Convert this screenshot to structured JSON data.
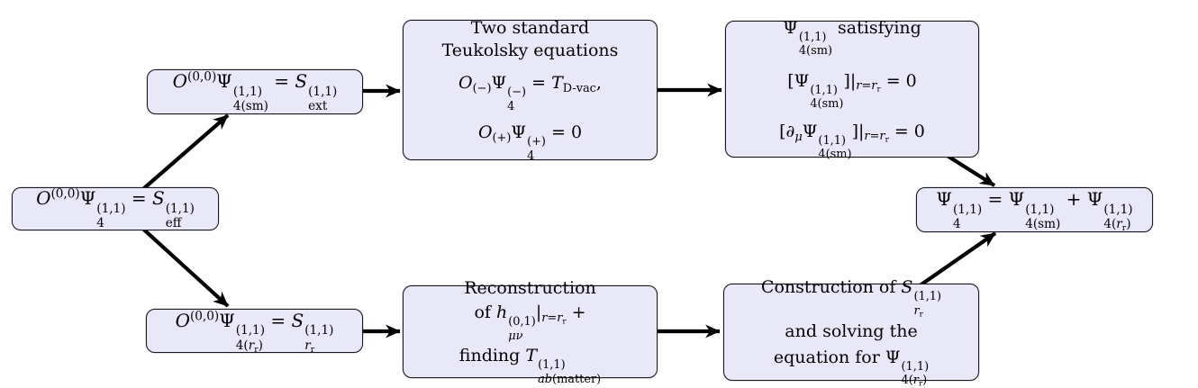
{
  "colors": {
    "background": "#ffffff",
    "box_fill": "#e8e8f8",
    "box_border": "#17171f",
    "arrow": "#000000",
    "text": "#000000"
  },
  "nodes": {
    "eff": {
      "formula": "\\cal{O}^{(0,0)}Ψ^{(1,1)}_{4} = \\cal{S}^{(1,1)}_{eff}"
    },
    "ext": {
      "formula": "\\cal{O}^{(0,0)}Ψ^{(1,1)}_{4(sm)} = \\cal{S}^{(1,1)}_{ext}"
    },
    "teuk": {
      "title1": "Two standard",
      "title2": "Teukolsky equations",
      "eq1": "\\cal{O}_{(−)}Ψ^{(−)}_{4} = \\cal{T}_{D-vac},",
      "eq2": "\\cal{O}_{(+)}Ψ^{(+)}_{4} = 0"
    },
    "sat": {
      "title": "Ψ^{(1,1)}_{4(sm)} satisfying",
      "eq1": "[Ψ^{(1,1)}_{4(sm)}]|_{\\it{r}=\\it{r}_{r}} = 0",
      "eq2": "[∂_{\\it{μ}}Ψ^{(1,1)}_{4(sm)}]|_{\\it{r}=\\it{r}_{r}} = 0"
    },
    "sum": {
      "formula": "Ψ^{(1,1)}_{4} = Ψ^{(1,1)}_{4(sm)} + Ψ^{(1,1)}_{4(\\it{r}_{r})}"
    },
    "rr": {
      "formula": "\\cal{O}^{(0,0)}Ψ^{(1,1)}_{4(\\it{r}_{r})} = \\cal{S}^{(1,1)}_{\\it{r}_{r}}"
    },
    "recon": {
      "line1": "Reconstruction",
      "line2": "of \\it{h}^{(0,1)}_{\\it{μν}}|_{\\it{r}=\\it{r}_{r}} +",
      "line3": "finding \\it{T}^{(1,1)}_{\\it{ab}(matter)}"
    },
    "constr": {
      "line1": "Construction of \\cal{S}^{(1,1)}_{\\it{r}_{r}}",
      "line2": "and solving the",
      "line3": "equation for Ψ^{(1,1)}_{4(\\it{r}_{r})}"
    }
  },
  "edges": [
    {
      "from": "eff",
      "to": "ext"
    },
    {
      "from": "eff",
      "to": "rr"
    },
    {
      "from": "ext",
      "to": "teuk"
    },
    {
      "from": "teuk",
      "to": "sat"
    },
    {
      "from": "sat",
      "to": "sum"
    },
    {
      "from": "rr",
      "to": "recon"
    },
    {
      "from": "recon",
      "to": "constr"
    },
    {
      "from": "constr",
      "to": "sum"
    }
  ]
}
